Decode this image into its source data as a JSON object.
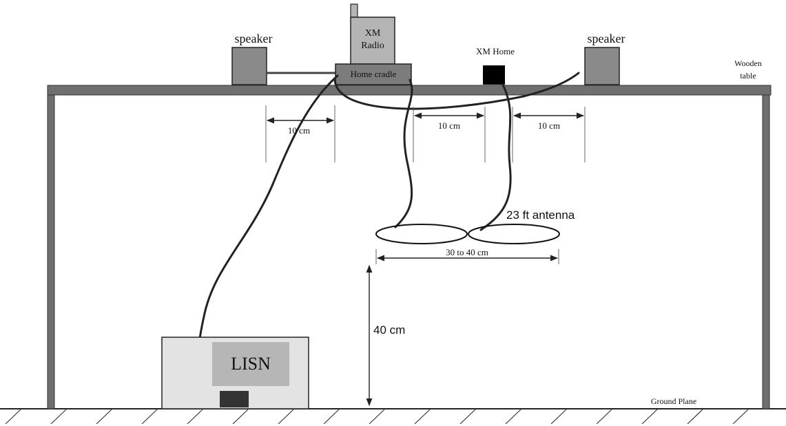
{
  "labels": {
    "speaker_left": "speaker",
    "speaker_right": "speaker",
    "xm_radio_line1": "XM",
    "xm_radio_line2": "Radio",
    "home_cradle": "Home cradle",
    "xm_home": "XM Home",
    "wooden_table_line1": "Wooden",
    "wooden_table_line2": "table",
    "dim_left": "10 cm",
    "dim_middle": "10 cm",
    "dim_right": "10 cm",
    "antenna": "23 ft antenna",
    "dim_loops": "30 to 40 cm",
    "height": "40 cm",
    "lisn": "LISN",
    "ground_plane": "Ground Plane"
  },
  "colors": {
    "table": "#6f6f6f",
    "speaker": "#8a8a8a",
    "radio": "#b4b4b4",
    "cradle": "#7c7c7c",
    "xm_home": "#000000",
    "lisn_outer": "#e3e3e3",
    "lisn_inner": "#b6b6b6",
    "lisn_connector": "#333333"
  }
}
